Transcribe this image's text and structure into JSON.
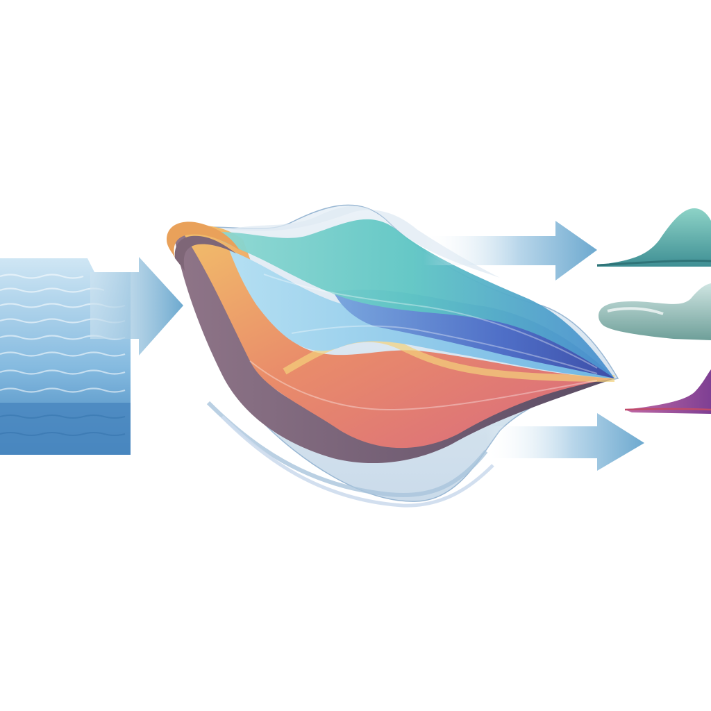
{
  "diagram": {
    "type": "flow-illustration",
    "text_labels": [],
    "stages": [
      {
        "id": "input",
        "icon": "water-surface-icon",
        "description_visible": false
      },
      {
        "id": "transform",
        "icon": "layered-wave-icon",
        "description_visible": false
      },
      {
        "id": "outputs",
        "icon": "wave-profile-icons",
        "count": 3,
        "description_visible": false
      }
    ],
    "arrows": [
      {
        "from": "input",
        "to": "transform"
      },
      {
        "from": "transform",
        "to": "output-1"
      },
      {
        "from": "transform",
        "to": "output-3"
      }
    ]
  },
  "colors": {
    "background": "#ffffff",
    "water_light": "#a9d2ea",
    "water_dark": "#3f82bb",
    "arrow": "#6da9cf",
    "layer_teal": "#5fc6c4",
    "layer_blue": "#3d63b8",
    "layer_sky": "#84c9ea",
    "layer_orange": "#e9a15a",
    "layer_pink": "#d8687e",
    "layer_mauve": "#7e6677",
    "output_teal": "#4aa9a4",
    "output_sage": "#7fb2a9",
    "output_purple": "#8f4a9b"
  }
}
